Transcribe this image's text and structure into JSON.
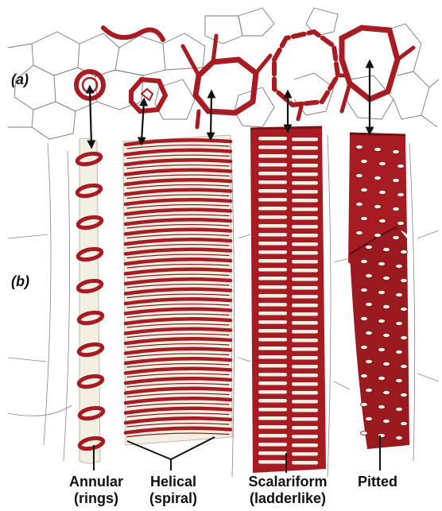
{
  "panel_labels": {
    "a": "(a)",
    "b": "(b)"
  },
  "vessel_types": [
    {
      "name": "Annular",
      "detail": "(rings)"
    },
    {
      "name": "Helical",
      "detail": "(spiral)"
    },
    {
      "name": "Scalariform",
      "detail": "(ladderlike)"
    },
    {
      "name": "Pitted",
      "detail": ""
    }
  ],
  "colors": {
    "wall": "#a61c22",
    "wall_dark": "#7d1216",
    "cell_line": "#777777",
    "cream": "#f3efe2",
    "arrow": "#111111"
  }
}
